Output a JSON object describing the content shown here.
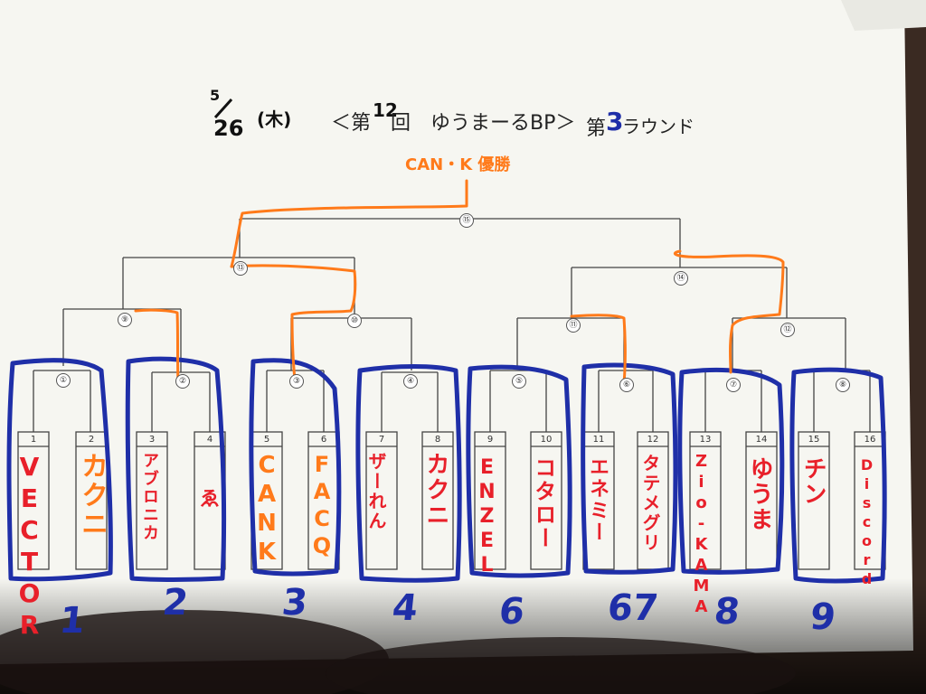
{
  "header": {
    "date_month": "5",
    "date_day": "26",
    "weekday": "(木)",
    "title_prefix": "＜第",
    "title_number": "12",
    "title_suffix": "回　ゆうまーるBP＞",
    "round_prefix": "第",
    "round_number": "3",
    "round_suffix": "ラウンド"
  },
  "winner_label": "CAN・K 優勝",
  "colors": {
    "paper": "#f7f7f2",
    "bracket_line": "#444444",
    "orange_path": "#ff7a1a",
    "blue_box": "#1f2fa8",
    "red_names": "#e8202a"
  },
  "matches": {
    "m1": "①",
    "m2": "②",
    "m3": "③",
    "m4": "④",
    "m5": "⑤",
    "m6": "⑥",
    "m7": "⑦",
    "m8": "⑧",
    "m9": "⑨",
    "m10": "⑩",
    "m11": "⑪",
    "m12": "⑫",
    "m13": "⑬",
    "m14": "⑭",
    "m15": "⑮"
  },
  "slots": [
    {
      "seed": "1",
      "name": "VECTOR",
      "color": "#e8202a"
    },
    {
      "seed": "2",
      "name": "カクニ",
      "color": "#ff7a1a"
    },
    {
      "seed": "3",
      "name": "アブロニカ",
      "color": "#e8202a"
    },
    {
      "seed": "4",
      "name": "ゑ",
      "color": "#e8202a"
    },
    {
      "seed": "5",
      "name": "CANK",
      "color": "#ff7a1a"
    },
    {
      "seed": "6",
      "name": "FACQ",
      "color": "#ff7a1a"
    },
    {
      "seed": "7",
      "name": "ザーれん",
      "color": "#e8202a"
    },
    {
      "seed": "8",
      "name": "カクニ",
      "color": "#e8202a"
    },
    {
      "seed": "9",
      "name": "ENZEL",
      "color": "#e8202a"
    },
    {
      "seed": "10",
      "name": "コタロー",
      "color": "#e8202a"
    },
    {
      "seed": "11",
      "name": "エネミー",
      "color": "#e8202a"
    },
    {
      "seed": "12",
      "name": "タテメグリ",
      "color": "#e8202a"
    },
    {
      "seed": "13",
      "name": "Zio-KAMA",
      "color": "#e8202a"
    },
    {
      "seed": "14",
      "name": "ゆうま",
      "color": "#e8202a"
    },
    {
      "seed": "15",
      "name": "チン",
      "color": "#e8202a"
    },
    {
      "seed": "16",
      "name": "Discord",
      "color": "#e8202a"
    }
  ],
  "group_numbers": [
    "1",
    "2",
    "3",
    "4",
    "6",
    "67",
    "8",
    "9"
  ]
}
